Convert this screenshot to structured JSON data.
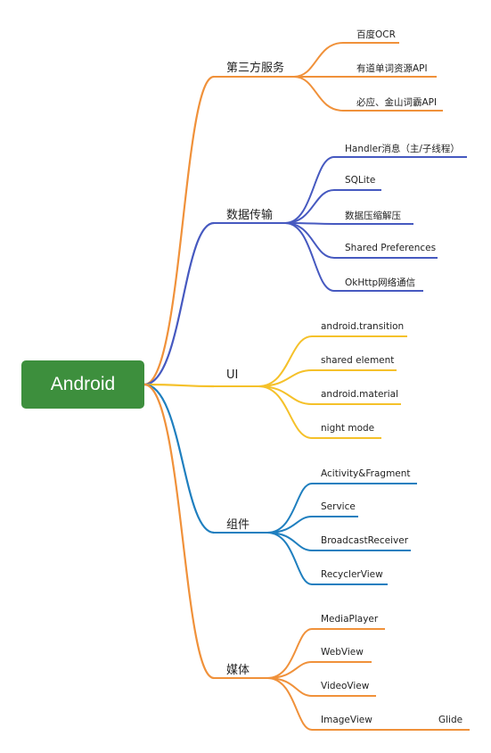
{
  "root": {
    "label": "Android"
  },
  "branches": [
    {
      "label": "第三方服务",
      "color": "#f0913a",
      "children": [
        "百度OCR",
        "有道单词资源API",
        "必应、金山词霸API"
      ]
    },
    {
      "label": "数据传输",
      "color": "#4659c0",
      "children": [
        "Handler消息（主/子线程）",
        "SQLite",
        "数据压缩解压",
        "Shared Preferences",
        "OkHttp网络通信"
      ]
    },
    {
      "label": "UI",
      "color": "#f5c12a",
      "children": [
        "android.transition",
        "shared element",
        "android.material",
        "night mode"
      ]
    },
    {
      "label": "组件",
      "color": "#1f7fbf",
      "children": [
        "Acitivity&Fragment",
        "Service",
        "BroadcastReceiver",
        "RecyclerView"
      ]
    },
    {
      "label": "媒体",
      "color": "#f0913a",
      "children": [
        "MediaPlayer",
        "WebView",
        "VideoView",
        "ImageView"
      ],
      "extra": "Glide"
    }
  ]
}
